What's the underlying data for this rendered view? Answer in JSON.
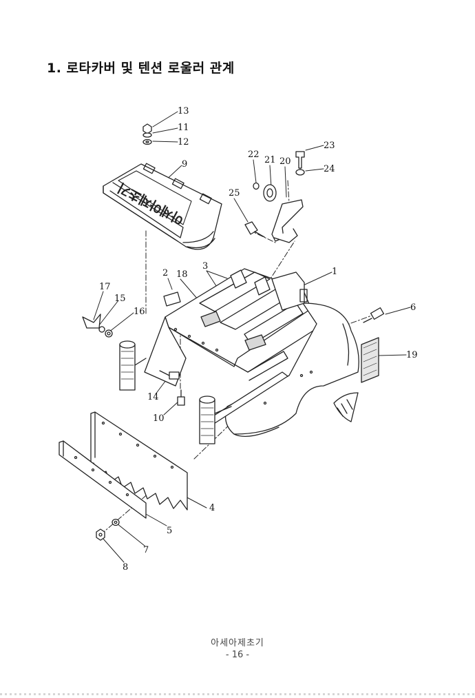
{
  "section_title": "1. 로타카버 및 텐션 로울러 관계",
  "cover_text": "아세아제초기",
  "part_numbers": [
    "1",
    "2",
    "3",
    "4",
    "5",
    "6",
    "7",
    "8",
    "9",
    "10",
    "11",
    "12",
    "13",
    "14",
    "15",
    "16",
    "17",
    "18",
    "19",
    "20",
    "21",
    "22",
    "23",
    "24",
    "25"
  ],
  "footer": {
    "book_title": "아세아제초기",
    "page_number": "- 16 -"
  }
}
